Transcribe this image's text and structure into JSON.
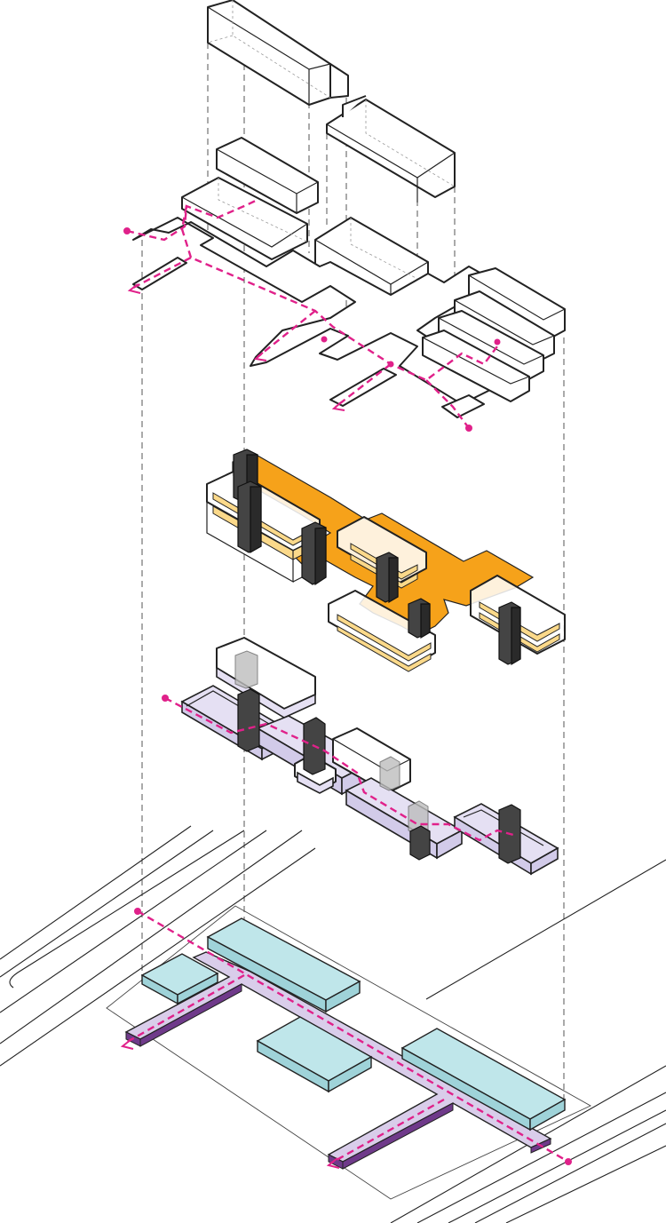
{
  "diagram": {
    "kind": "exploded-axonometric",
    "layers": [
      "roof-volumes",
      "circulation-envelope",
      "vertical-cores",
      "lower-volumes",
      "ground-plan"
    ],
    "colors": {
      "route": "#e0218a",
      "amber-floor": "#f6a21a",
      "amber-band": "#fbd98a",
      "core": "#444444",
      "lilac": "#e5e0f3",
      "cyan": "#bfe6ea",
      "path": "#d9cdea",
      "line": "#222222"
    },
    "icons": [
      "route-start-dot",
      "route-arrow"
    ]
  }
}
